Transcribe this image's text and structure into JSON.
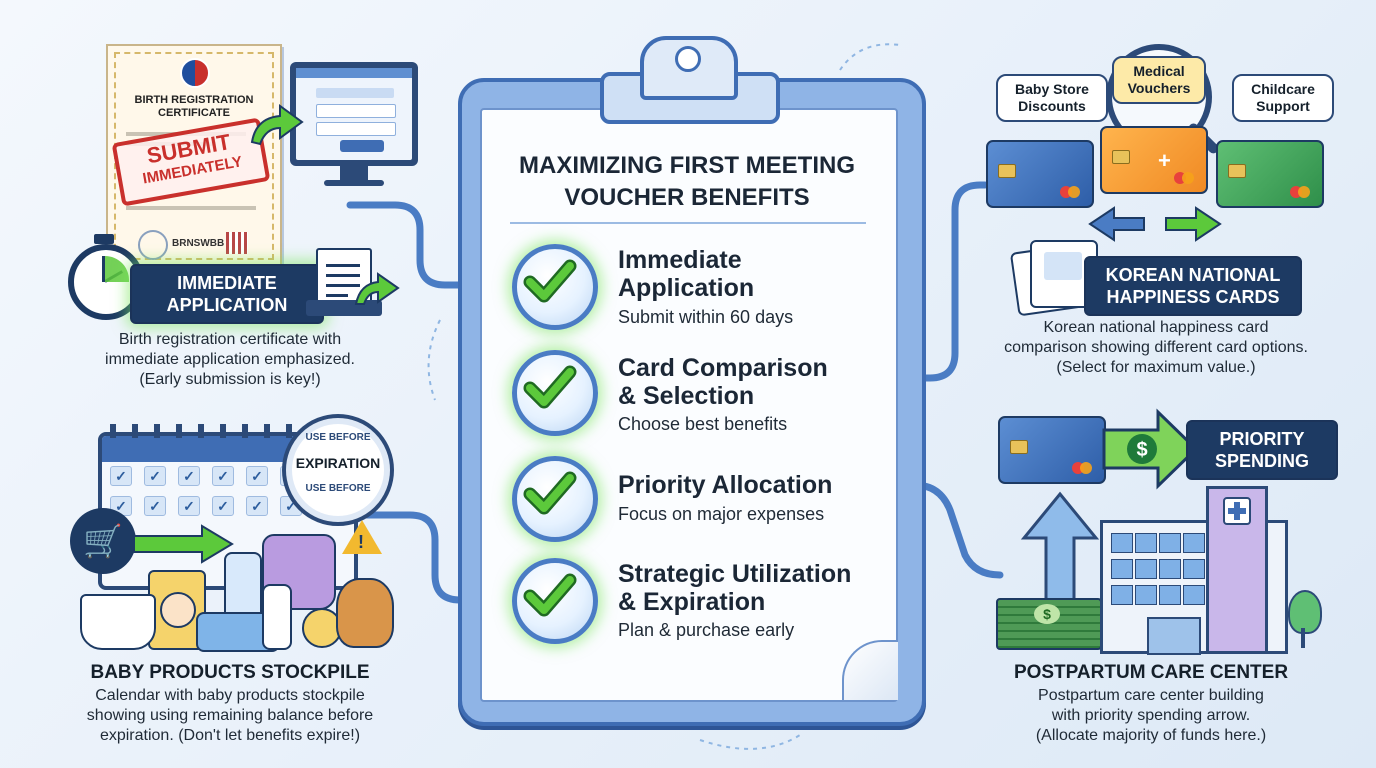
{
  "center": {
    "title_line1": "MAXIMIZING FIRST MEETING",
    "title_line2": "VOUCHER BENEFITS",
    "items": [
      {
        "title1": "Immediate",
        "title2": "Application",
        "sub": "Submit within 60 days"
      },
      {
        "title1": "Card Comparison",
        "title2": "& Selection",
        "sub": "Choose best benefits"
      },
      {
        "title1": "Priority Allocation",
        "title2": "",
        "sub": "Focus on major expenses"
      },
      {
        "title1": "Strategic Utilization",
        "title2": "& Expiration",
        "sub": "Plan & purchase early"
      }
    ]
  },
  "top_left": {
    "cert_title_1": "BIRTH REGISTRATION",
    "cert_title_2": "CERTIFICATE",
    "stamp_1": "SUBMIT",
    "stamp_2": "IMMEDIATELY",
    "cert_code": "BRNSWBB",
    "chip_1": "IMMEDIATE",
    "chip_2": "APPLICATION",
    "caption_1": "Birth registration certificate with",
    "caption_2": "immediate application emphasized.",
    "caption_3": "(Early submission is key!)"
  },
  "top_right": {
    "bubble_store_1": "Baby Store",
    "bubble_store_2": "Discounts",
    "bubble_medical_1": "Medical",
    "bubble_medical_2": "Vouchers",
    "bubble_childcare_1": "Childcare",
    "bubble_childcare_2": "Support",
    "chip_1": "KOREAN NATIONAL",
    "chip_2": "HAPPINESS CARDS",
    "caption_1": "Korean national happiness card",
    "caption_2": "comparison showing different card options.",
    "caption_3": "(Select for maximum value.)"
  },
  "bottom_left": {
    "stamp_top": "USE BEFORE",
    "stamp_mid": "EXPIRATION",
    "stamp_bot": "USE BEFORE",
    "title": "BABY PRODUCTS STOCKPILE",
    "caption_1": "Calendar with baby products stockpile",
    "caption_2": "showing using remaining balance before",
    "caption_3": "expiration. (Don't let benefits expire!)"
  },
  "bottom_right": {
    "chip_1": "PRIORITY",
    "chip_2": "SPENDING",
    "title": "POSTPARTUM CARE CENTER",
    "caption_1": "Postpartum care center building",
    "caption_2": "with priority spending arrow.",
    "caption_3": "(Allocate majority of funds here.)"
  },
  "colors": {
    "accent_blue": "#4a7cc4",
    "navy": "#1d3a63",
    "check_green": "#5cc93b",
    "stamp_red": "#c9302c"
  }
}
